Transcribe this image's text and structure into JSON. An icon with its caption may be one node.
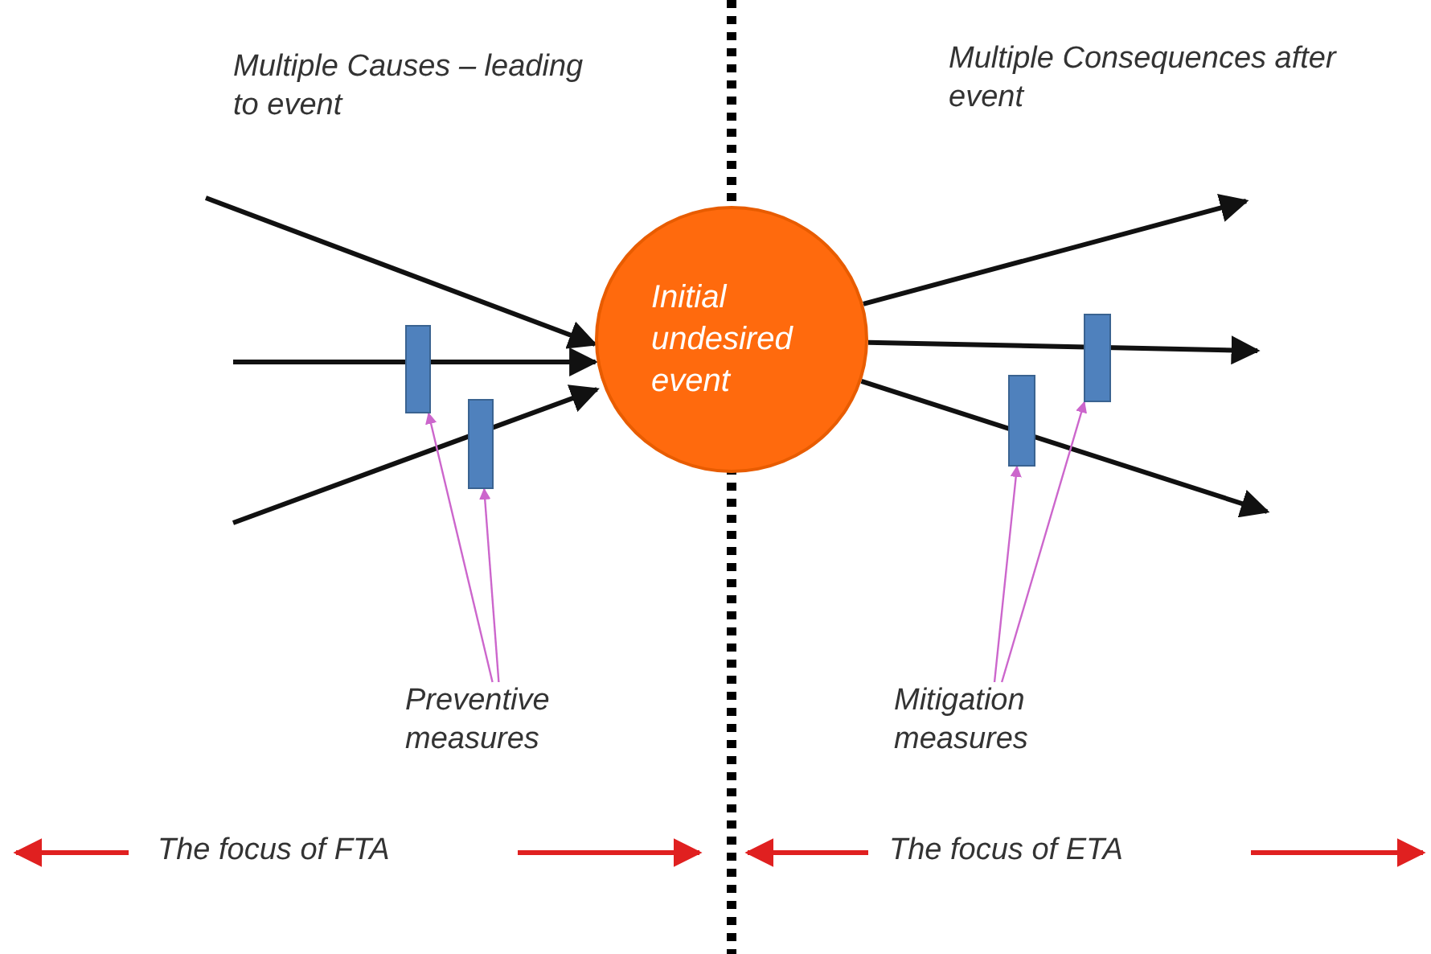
{
  "diagram": {
    "nodes": [
      {
        "text": [
          "Initial undesired event"
        ]
      },
      {
        "text": [
          "Preventive measures"
        ]
      },
      {
        "text": [
          "Mitigation measures"
        ]
      },
      {
        "text": [],
        "shape": "bar"
      },
      {
        "text": [],
        "shape": "bar"
      },
      {
        "text": [],
        "shape": "bar"
      },
      {
        "text": [],
        "shape": "bar"
      }
    ],
    "edges": [
      {
        "from": null,
        "to": 0,
        "arrow": "to"
      },
      {
        "from": null,
        "to": 0,
        "arrow": "to"
      },
      {
        "from": null,
        "to": 0,
        "arrow": "to"
      },
      {
        "from": 0,
        "to": null,
        "arrow": "to"
      },
      {
        "from": 0,
        "to": null,
        "arrow": "to"
      },
      {
        "from": 0,
        "to": null,
        "arrow": "to"
      },
      {
        "from": 1,
        "to": 3,
        "arrow": "to",
        "color": "#cc66cc"
      },
      {
        "from": 1,
        "to": 4,
        "arrow": "to",
        "color": "#cc66cc"
      },
      {
        "from": 2,
        "to": 5,
        "arrow": "to",
        "color": "#cc66cc"
      },
      {
        "from": 2,
        "to": 6,
        "arrow": "to",
        "color": "#cc66cc"
      }
    ],
    "labels": [
      "Multiple Causes – leading to event",
      "Multiple Consequences after event",
      "The focus of FTA",
      "The focus of ETA"
    ]
  }
}
